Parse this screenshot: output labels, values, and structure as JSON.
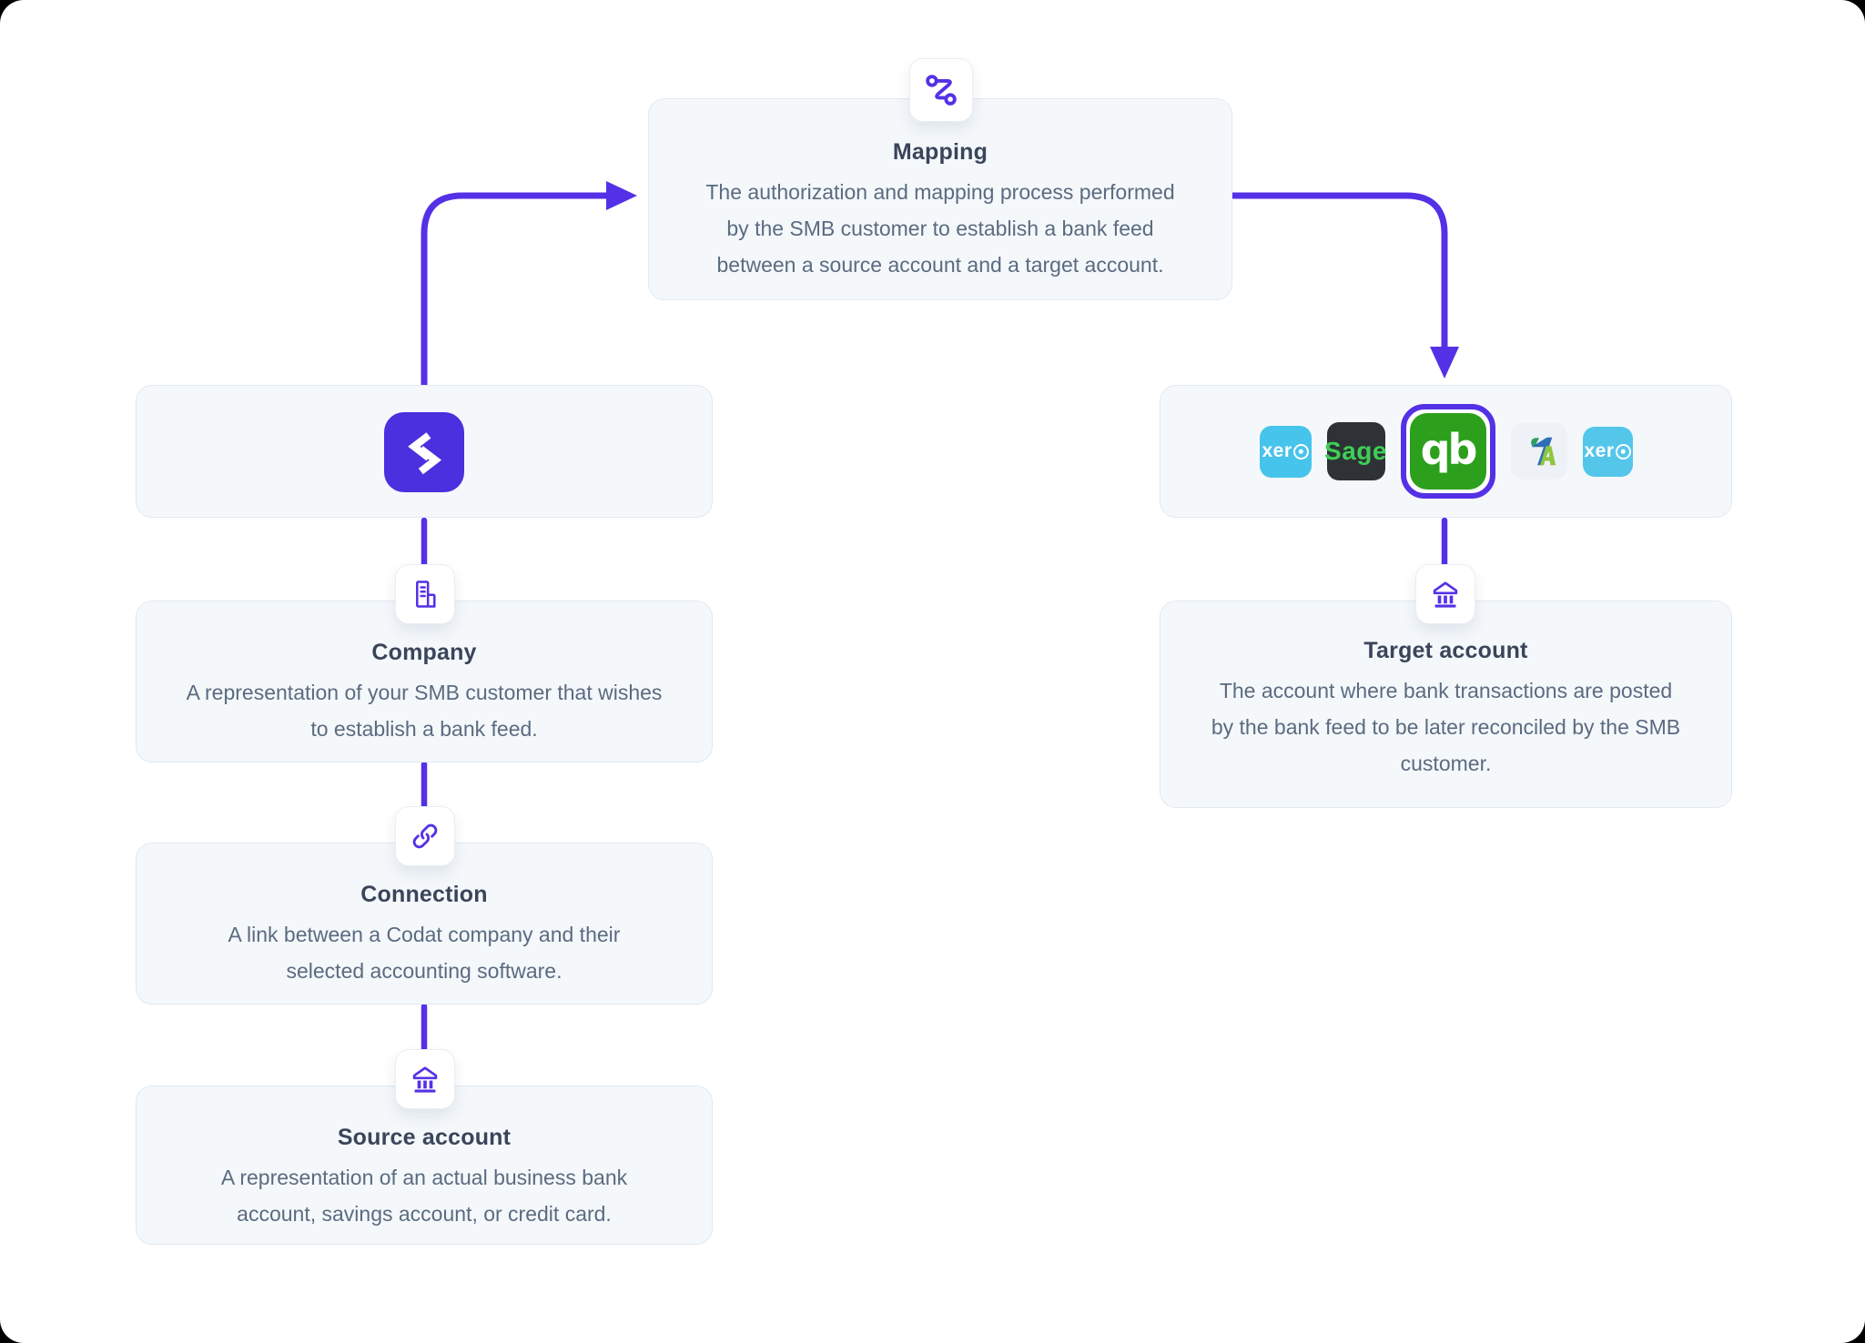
{
  "theme": {
    "accent_color": "#5431e6",
    "codat_purple": "#4a30df",
    "box_bg": "#f4f8fb",
    "box_border": "#e1e9f3",
    "title_color": "#3a455a",
    "body_color": "#5b6b80"
  },
  "diagram": {
    "mapping": {
      "icon": "route-icon",
      "title": "Mapping",
      "description_lines": [
        "The authorization and mapping process performed",
        "by the SMB customer to establish a bank feed",
        "between a source account and a target account."
      ]
    },
    "company": {
      "icon": "building-icon",
      "title": "Company",
      "description_lines": [
        "A representation of your SMB customer that wishes",
        "to establish a bank feed."
      ]
    },
    "connection": {
      "icon": "link-icon",
      "title": "Connection",
      "description_lines": [
        "A link between a Codat company and their",
        "selected accounting software."
      ]
    },
    "source_account": {
      "icon": "bank-icon",
      "title": "Source account",
      "description_lines": [
        "A representation of an actual business bank",
        "account, savings account, or credit card."
      ]
    },
    "target_account": {
      "icon": "bank-icon",
      "title": "Target account",
      "description_lines": [
        "The account where bank transactions are posted",
        "by the bank feed to be later reconciled by the SMB",
        "customer."
      ]
    },
    "codat_logo": "code-brackets-icon",
    "integrations": [
      {
        "name": "xero",
        "label": "xero",
        "label_prefix": "xer",
        "tile_color": "#47c4ec",
        "text_color": "#ffffff"
      },
      {
        "name": "sage",
        "label": "Sage",
        "tile_color": "#2e3236",
        "text_color": "#3ecf54"
      },
      {
        "name": "quickbooks",
        "label": "qb",
        "tile_color": "#2ca01c",
        "text_color": "#ffffff",
        "selected": true,
        "ring_color": "#5431e6"
      },
      {
        "name": "freeagent",
        "tile_color": "#eef1f6",
        "mark_colors": [
          "#2d6fb7",
          "#8ec63f",
          "#2f9e63"
        ]
      },
      {
        "name": "xero",
        "label": "xero",
        "label_prefix": "xer",
        "tile_color": "#54c6ea",
        "text_color": "#ffffff"
      }
    ]
  }
}
